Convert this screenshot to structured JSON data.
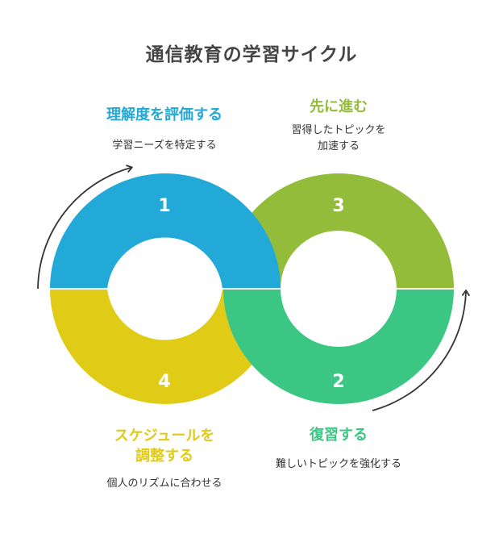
{
  "title": "通信教育の学習サイクル",
  "colors": {
    "step1": "#22A9D8",
    "step2": "#3CC683",
    "step3": "#93BC3A",
    "step4": "#E0CB16",
    "title": "#444444",
    "arrow": "#333333"
  },
  "steps": [
    {
      "number": "1",
      "title": "理解度を評価する",
      "description": "学習ニーズを特定する"
    },
    {
      "number": "2",
      "title": "復習する",
      "description": "難しいトピックを強化する"
    },
    {
      "number": "3",
      "title": "先に進む",
      "description": "習得したトピックを\n加速する"
    },
    {
      "number": "4",
      "title": "スケジュールを\n調整する",
      "description": "個人のリズムに合わせる"
    }
  ]
}
